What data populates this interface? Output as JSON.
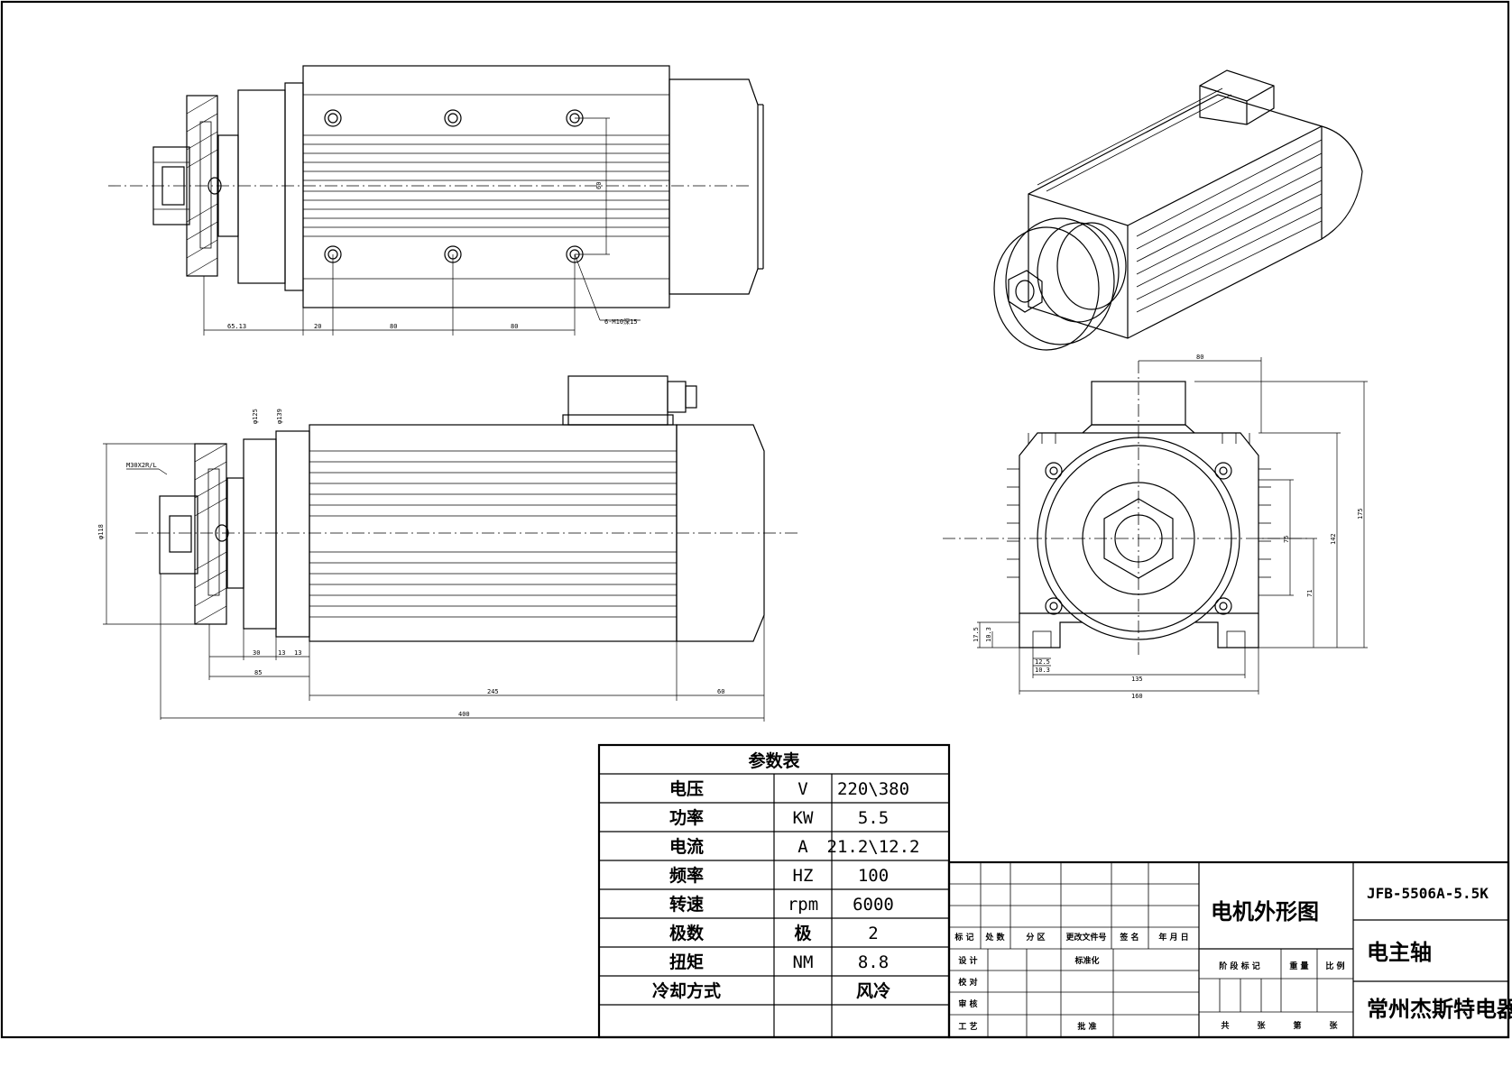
{
  "param_table": {
    "title": "参数表",
    "rows": [
      {
        "name": "电压",
        "unit": "V",
        "value": "220\\380"
      },
      {
        "name": "功率",
        "unit": "KW",
        "value": "5.5"
      },
      {
        "name": "电流",
        "unit": "A",
        "value": "21.2\\12.2"
      },
      {
        "name": "频率",
        "unit": "HZ",
        "value": "100"
      },
      {
        "name": "转速",
        "unit": "rpm",
        "value": "6000"
      },
      {
        "name": "极数",
        "unit": "极",
        "value": "2"
      },
      {
        "name": "扭矩",
        "unit": "NM",
        "value": "8.8"
      },
      {
        "name": "冷却方式",
        "unit": "",
        "value": "风冷"
      }
    ]
  },
  "title_block": {
    "drawing_title": "电机外形图",
    "model": "JFB-5506A-5.5K",
    "product_name": "电主轴",
    "company": "常州杰斯特电器",
    "rev_headers": [
      "标 记",
      "处 数",
      "分 区",
      "更改文件号",
      "签 名",
      "年 月 日"
    ],
    "role_labels": [
      "设 计",
      "校 对",
      "审 核",
      "工 艺"
    ],
    "standardize_label": "标准化",
    "approve_label": "批 准",
    "stage_header": "阶 段 标 记",
    "weight_header": "重 量",
    "scale_header": "比 例",
    "sheets": [
      "共",
      "张",
      "第",
      "张"
    ]
  },
  "dimensions": {
    "top_view": [
      "65.13",
      "20",
      "80",
      "80",
      "60",
      "6-M10深15"
    ],
    "side_view": [
      "φ125",
      "φ139",
      "φ118",
      "M30X2R/L",
      "30",
      "13",
      "13",
      "85",
      "245",
      "60",
      "400"
    ],
    "end_view": [
      "80",
      "175",
      "142",
      "75",
      "71",
      "17.5",
      "10.3",
      "12.5",
      "10.3",
      "135",
      "160"
    ]
  }
}
